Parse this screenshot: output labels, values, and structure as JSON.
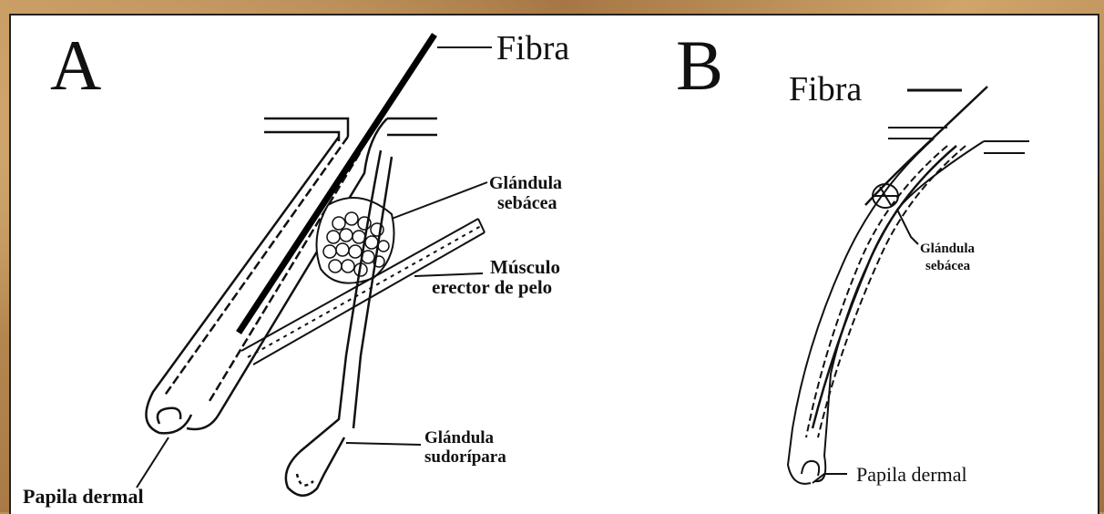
{
  "panelA": {
    "letter": "A",
    "fibra": "Fibra",
    "glandula_sebacea": [
      "Glándula",
      "sebácea"
    ],
    "musculo": [
      "Músculo",
      "erector de pelo"
    ],
    "glandula_sudoripara": [
      "Glándula",
      "sudorípara"
    ],
    "papila": "Papila dermal"
  },
  "panelB": {
    "letter": "B",
    "fibra": "Fibra",
    "glandula_sebacea": [
      "Glándula",
      "sebácea"
    ],
    "papila": "Papila dermal"
  }
}
